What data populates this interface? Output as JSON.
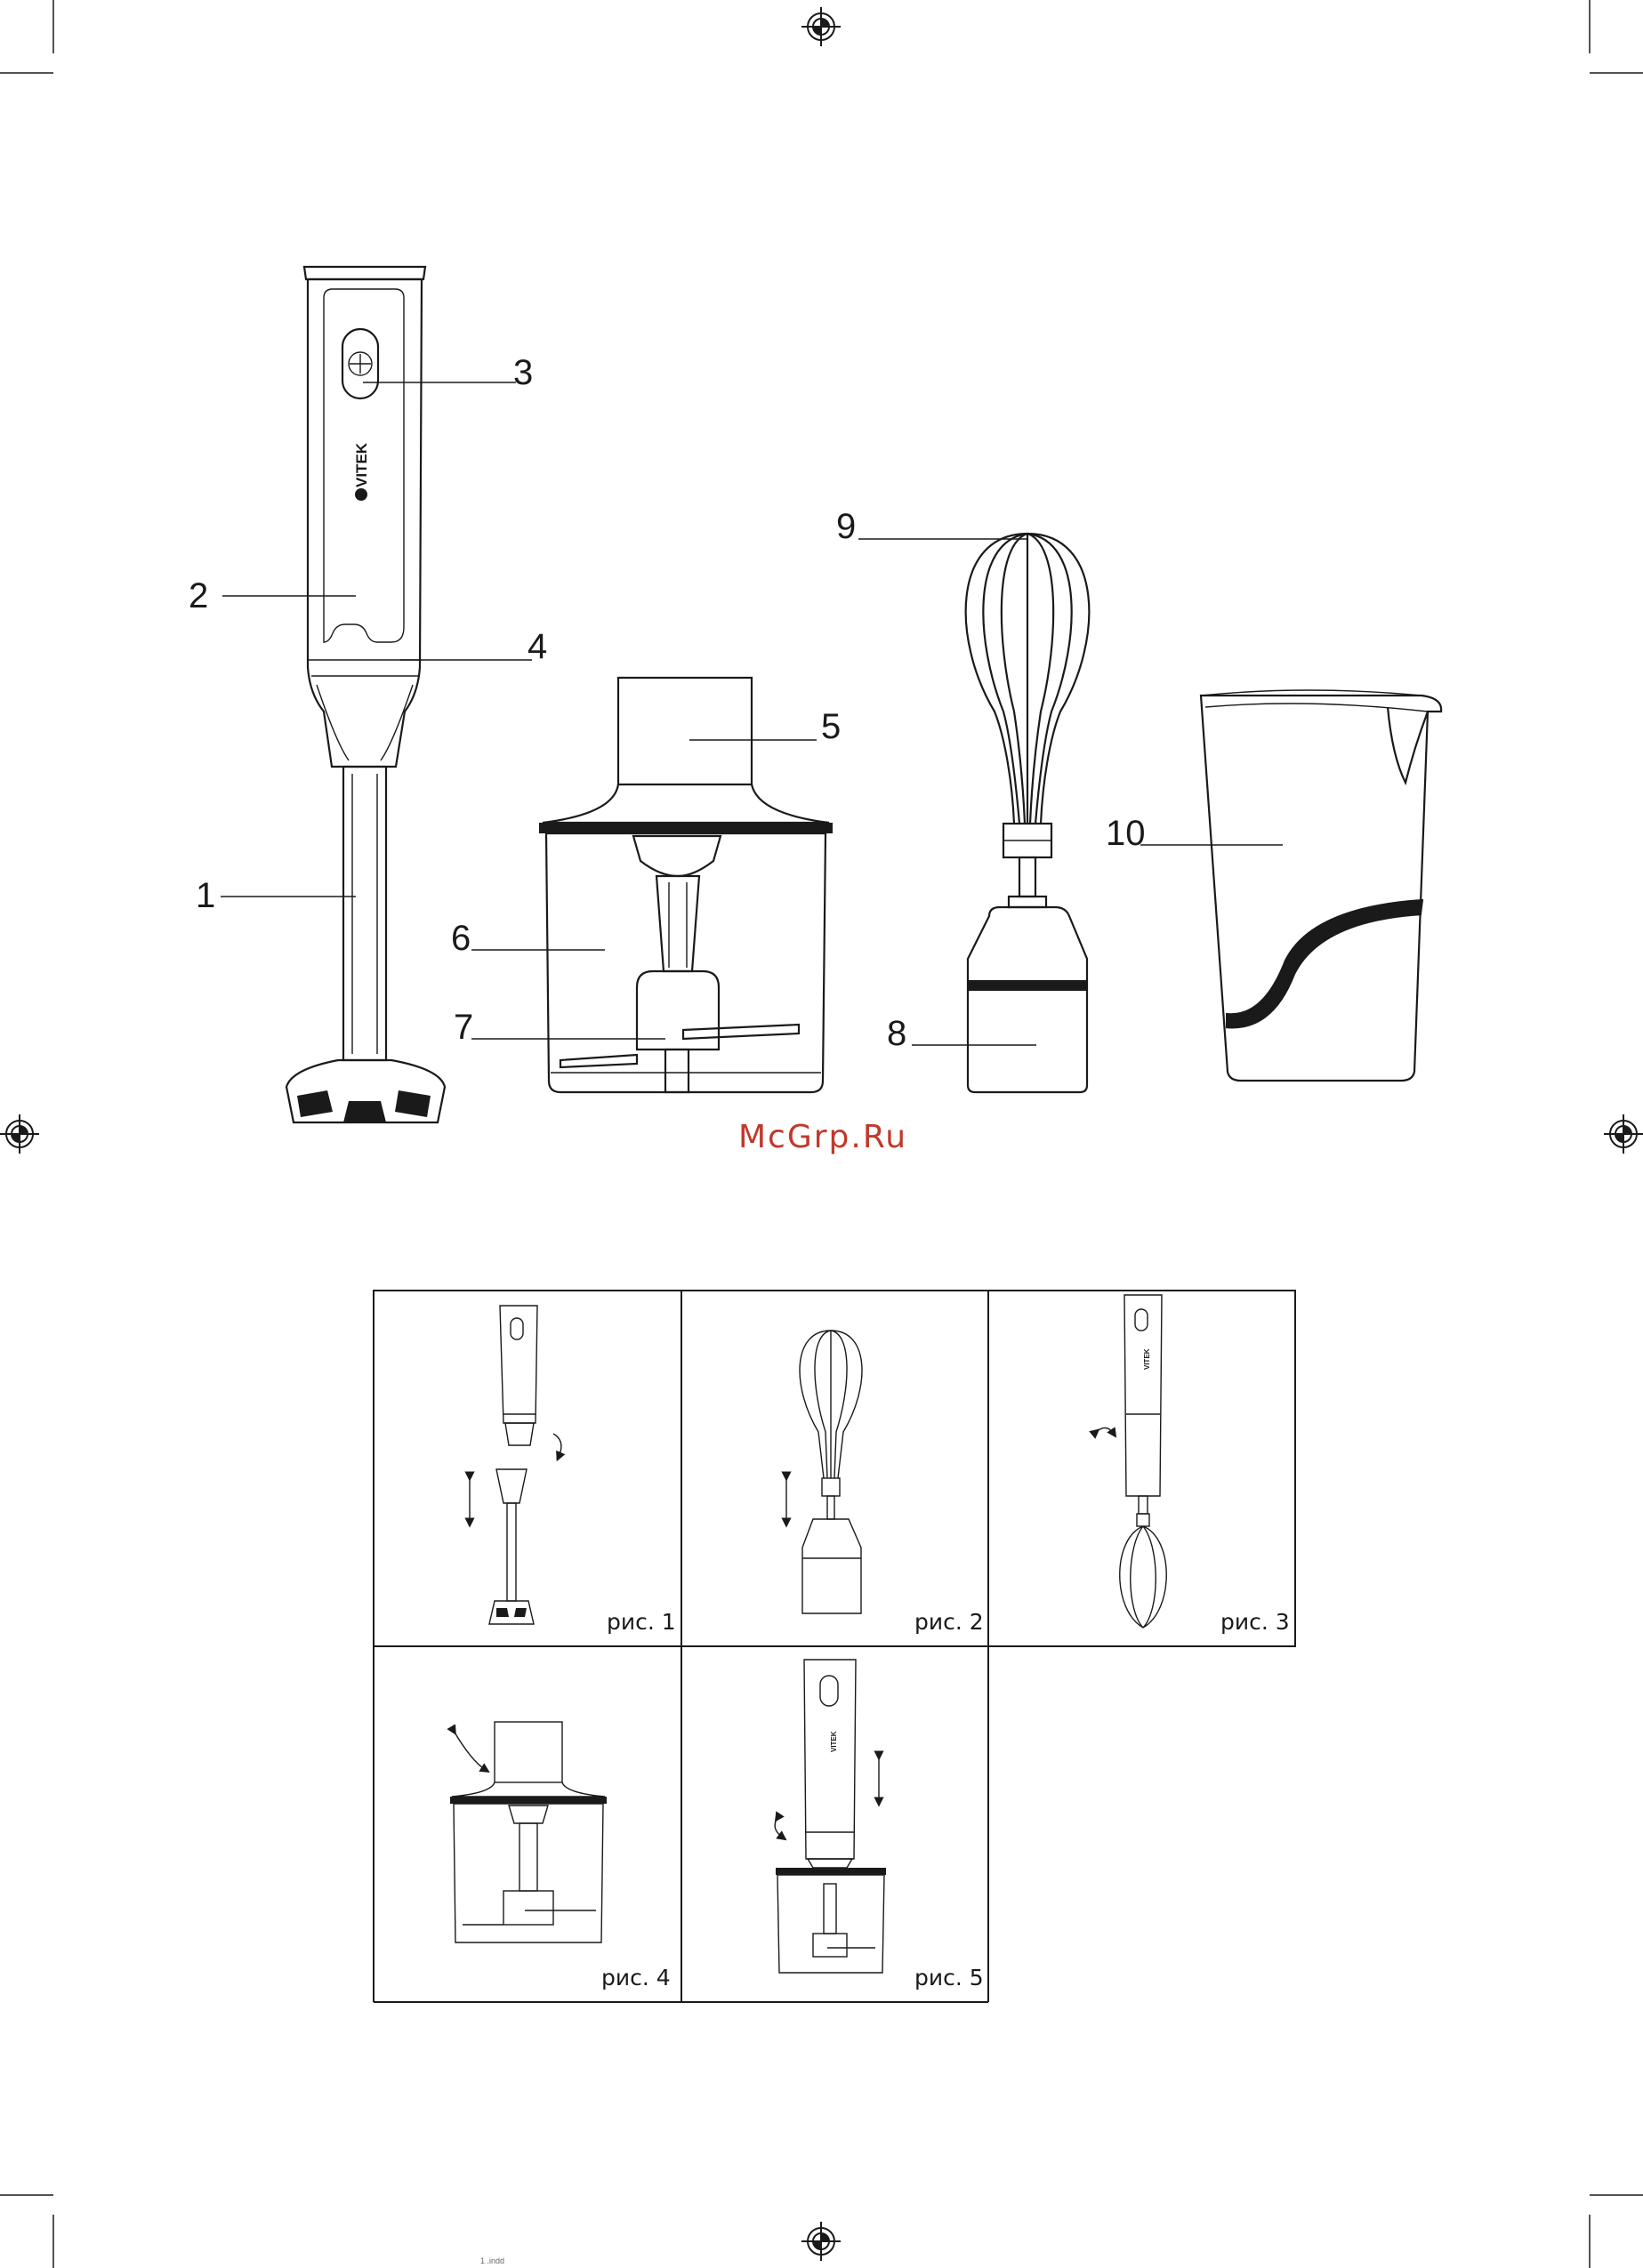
{
  "callouts": [
    {
      "num": "1",
      "part": "blender-leg"
    },
    {
      "num": "2",
      "part": "motor-unit"
    },
    {
      "num": "3",
      "part": "power-button"
    },
    {
      "num": "4",
      "part": "motor-unit-lower"
    },
    {
      "num": "5",
      "part": "chopper-lid"
    },
    {
      "num": "6",
      "part": "chopper-bowl"
    },
    {
      "num": "7",
      "part": "chopper-blade"
    },
    {
      "num": "8",
      "part": "whisk-gearbox"
    },
    {
      "num": "9",
      "part": "whisk"
    },
    {
      "num": "10",
      "part": "measuring-cup"
    }
  ],
  "brand": "VITEK",
  "watermark": "McGrp.Ru",
  "figures": [
    {
      "caption": "рис. 1"
    },
    {
      "caption": "рис. 2"
    },
    {
      "caption": "рис. 3"
    },
    {
      "caption": "рис. 4"
    },
    {
      "caption": "рис. 5"
    }
  ],
  "footer": "1  .indd",
  "colors": {
    "ink": "#1a1a1a",
    "watermark": "#c0392b"
  }
}
